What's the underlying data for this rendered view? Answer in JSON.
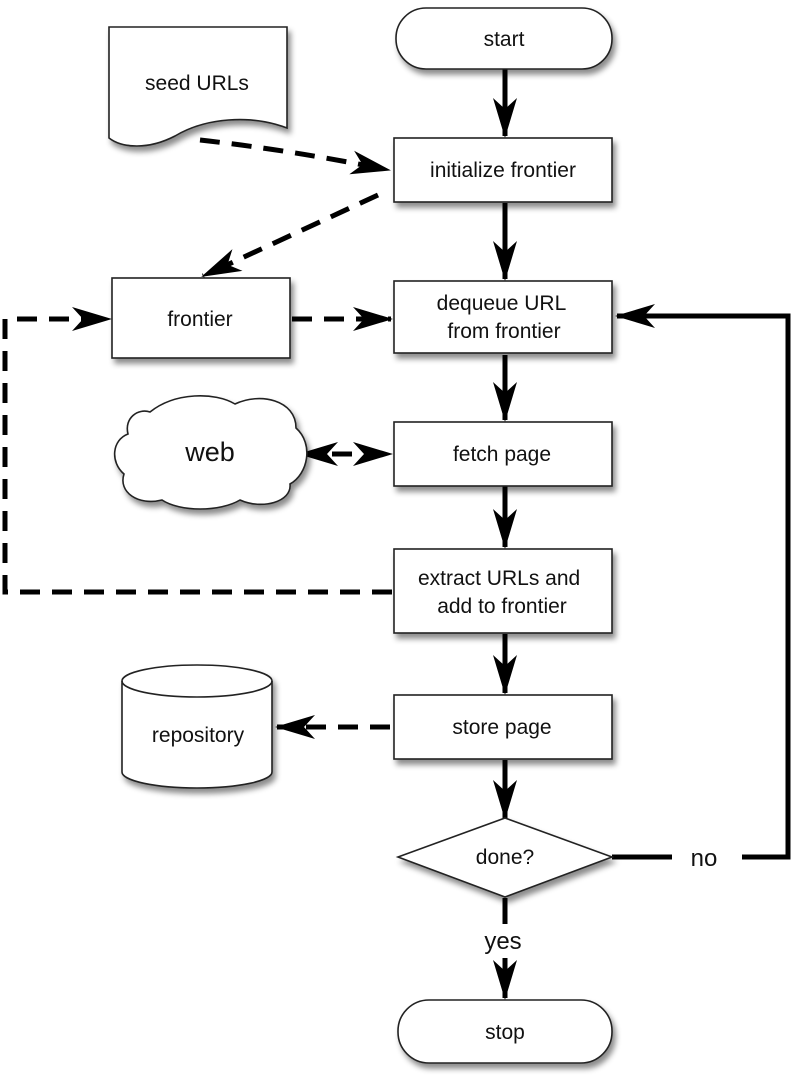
{
  "nodes": {
    "start": "start",
    "seed_urls": "seed URLs",
    "initialize_frontier": "initialize frontier",
    "frontier": "frontier",
    "dequeue_url": [
      "dequeue URL",
      "from frontier"
    ],
    "web": "web",
    "fetch_page": "fetch page",
    "extract_urls": [
      "extract URLs and",
      "add to frontier"
    ],
    "repository": "repository",
    "store_page": "store page",
    "done": "done?",
    "stop": "stop"
  },
  "edges": {
    "no_label": "no",
    "yes_label": "yes"
  }
}
